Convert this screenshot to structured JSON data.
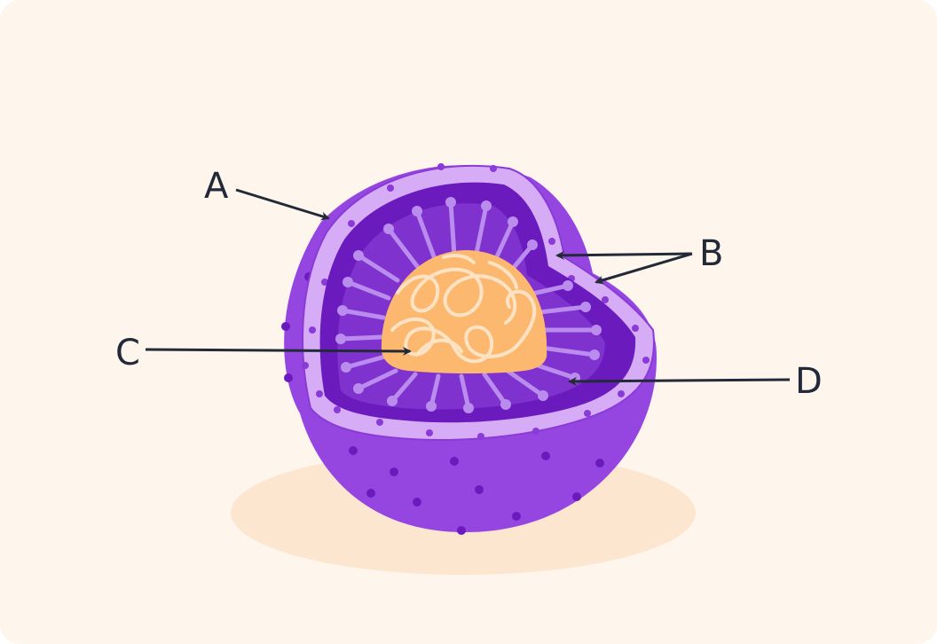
{
  "labels": {
    "a": "A",
    "b": "B",
    "c": "C",
    "d": "D"
  },
  "colors": {
    "background": "#fef5ed",
    "shadow": "#fde6cf",
    "outer_shell": "#9646e0",
    "membrane": "#d7acf7",
    "cavity": "#6b1bbd",
    "inner_folds": "#8032cf",
    "villi": "#b98cee",
    "core": "#fdb870",
    "strands": "#fde3c4",
    "arrows": "#222a38"
  },
  "icons": [
    "arrow-a",
    "arrow-b-upper",
    "arrow-b-lower",
    "arrow-c",
    "arrow-d"
  ]
}
